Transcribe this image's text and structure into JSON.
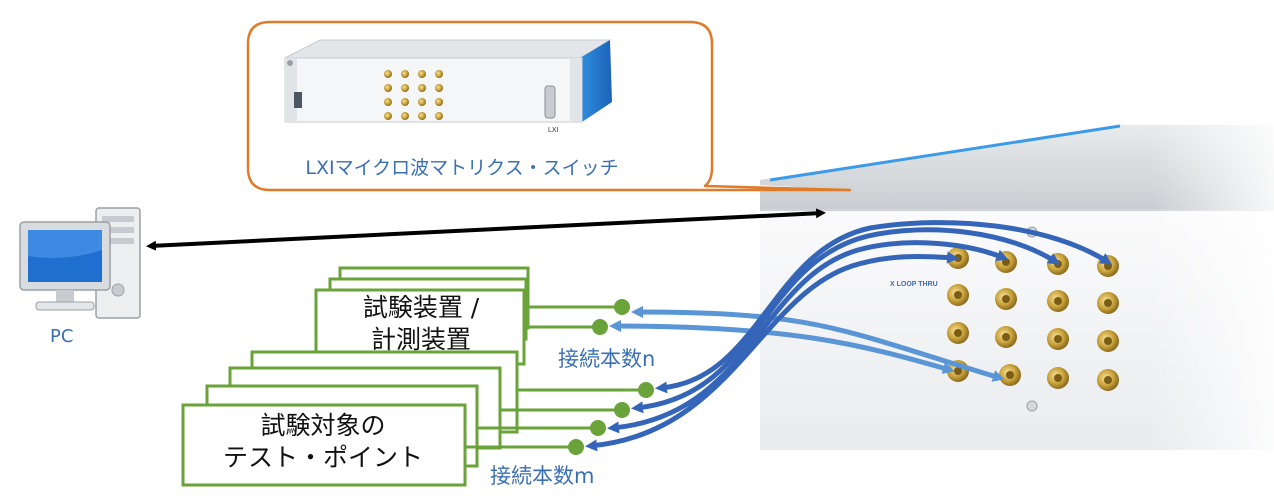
{
  "callout": {
    "label": "LXIマイクロ波マトリクス・スイッチ"
  },
  "pc": {
    "label": "PC"
  },
  "test_equipment": {
    "line1": "試験装置 /",
    "line2": "計測装置"
  },
  "test_target": {
    "line1": "試験対象の",
    "line2": "テスト・ポイント"
  },
  "connections": {
    "n_label": "接続本数n",
    "m_label": "接続本数m"
  },
  "switch_panel": {
    "loop_label": "X LOOP THRU",
    "front_logo": "LXI"
  },
  "colors": {
    "callout_border": "#e07b2a",
    "box_border": "#6aa33a",
    "dark_arrow": "#3565b8",
    "light_arrow": "#5a95d6",
    "pc_screen": "#1f6fd0"
  }
}
